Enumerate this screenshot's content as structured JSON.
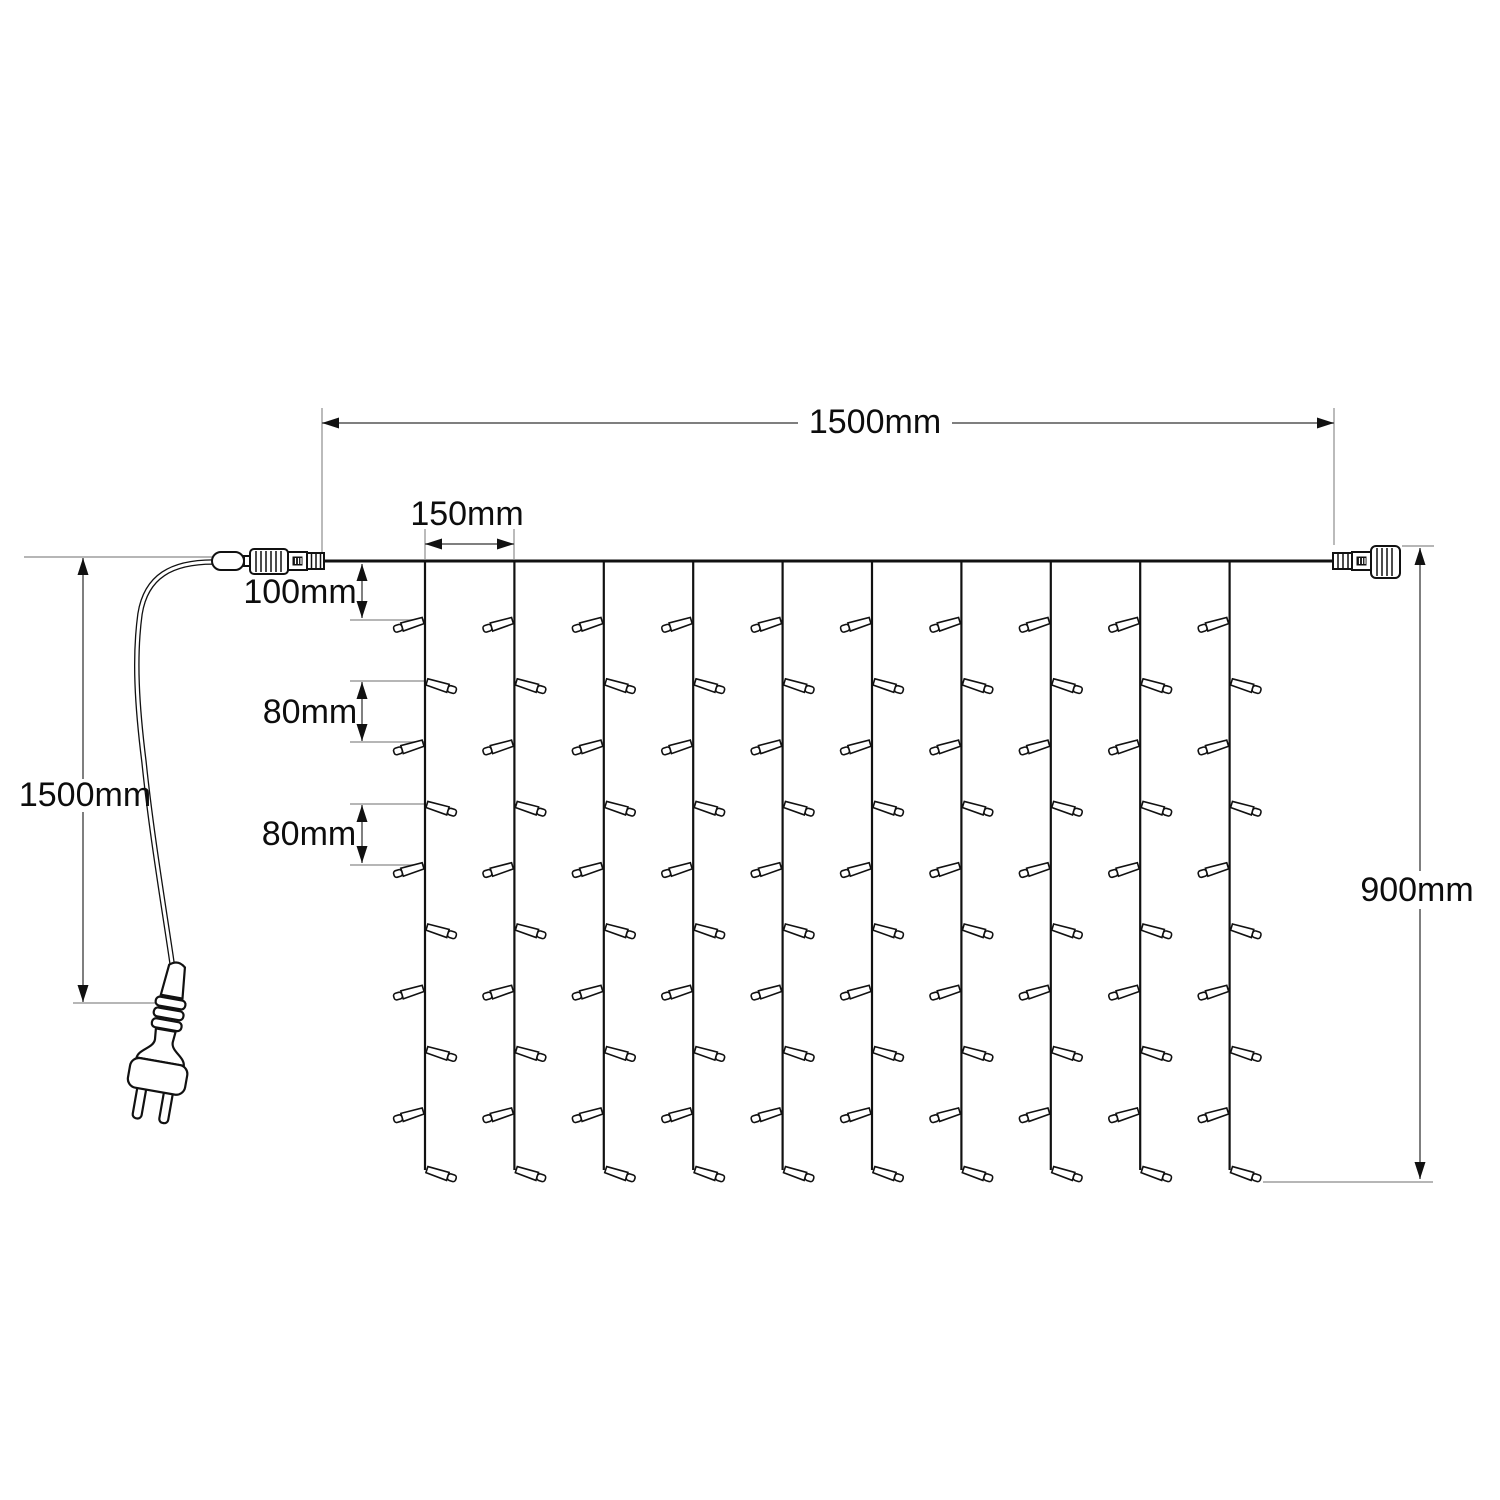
{
  "diagram": {
    "title": "curtain-light-dimension-diagram",
    "dimensions": {
      "total_width": "1500mm",
      "strand_spacing": "150mm",
      "first_drop": "100mm",
      "led_gap_1": "80mm",
      "led_gap_2": "80mm",
      "lead_cable_length": "1500mm",
      "curtain_height": "900mm"
    },
    "structure": {
      "strand_count": 10,
      "leds_per_strand": 10
    },
    "colors": {
      "line_art": "#111111",
      "dimension_line": "#555555",
      "extension_line": "#9e9e9e",
      "background": "#ffffff"
    }
  }
}
